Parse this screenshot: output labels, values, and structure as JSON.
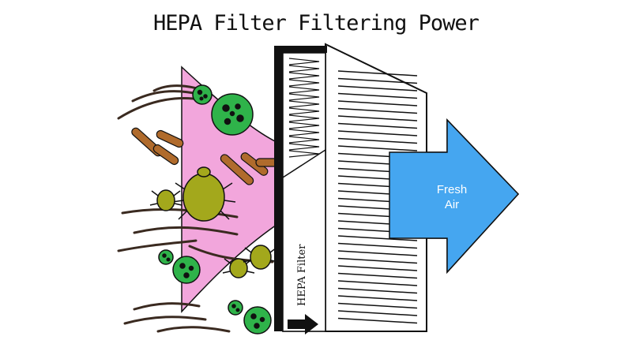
{
  "title": "HEPA Filter Filtering Power",
  "filter_label": "HEPA Filter",
  "fresh_air_label": [
    "Fresh",
    "Air"
  ],
  "colors": {
    "pollutant_zone": "#f2a6dc",
    "fresh_air_arrow": "#45a6f0",
    "virus": "#2fb34a",
    "mite": "#a3a81c",
    "pollen_rod": "#b06b2c",
    "hair": "#3a2a20",
    "outline": "#111111"
  },
  "icons": [
    "virus-icon",
    "dust-mite-icon",
    "pollen-rod-icon",
    "hair-strand-icon",
    "arrow-right-icon"
  ]
}
